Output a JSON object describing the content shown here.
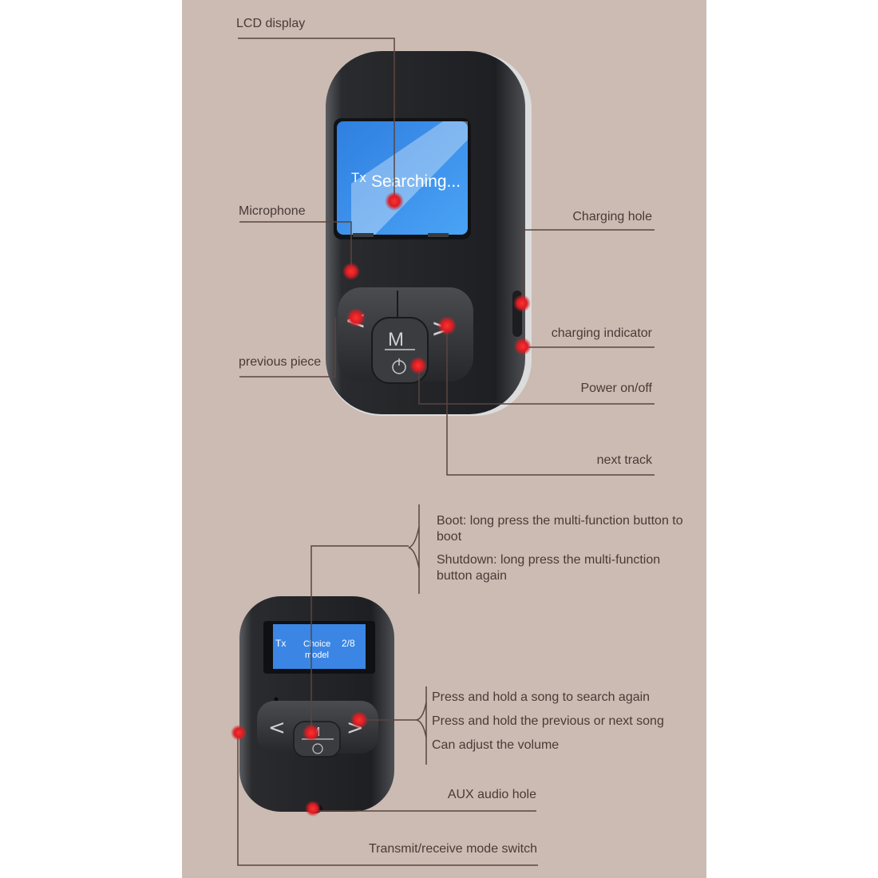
{
  "device_top": {
    "screen_mode": "Tx",
    "screen_text": "Searching...",
    "button_mode": "M",
    "button_prev": "<",
    "button_next": ">"
  },
  "device_bottom": {
    "screen_mode": "Tx",
    "screen_line1": "Choice",
    "screen_counter": "2/8",
    "screen_line2": "model",
    "button_mode": "M",
    "button_prev": "<",
    "button_next": ">"
  },
  "labels": {
    "lcd_display": "LCD display",
    "microphone": "Microphone",
    "previous_piece": "previous piece",
    "charging_hole": "Charging hole",
    "charging_indicator": "charging indicator",
    "power": "Power on/off",
    "next_track": "next track",
    "aux": "AUX audio hole",
    "mode_switch": "Transmit/receive mode switch"
  },
  "notes": {
    "boot": "Boot: long press the multi-function button to boot",
    "shutdown": "Shutdown: long press the multi-function button again",
    "search": "Press and hold a song to search again",
    "prev_next": "Press and hold the previous or next song",
    "volume": "Can adjust the volume"
  },
  "colors": {
    "background": "#cbbbb3",
    "device_body": "#2a2b2e",
    "screen": "#3e8ee8",
    "marker": "#e0282e",
    "leader": "#5a4540"
  }
}
